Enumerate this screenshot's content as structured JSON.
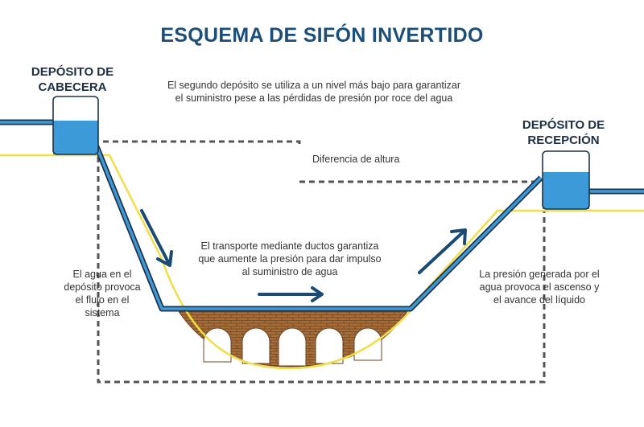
{
  "title": "ESQUEMA DE SIFÓN INVERTIDO",
  "source_tank": {
    "line1": "DEPÓSITO DE",
    "line2": "CABECERA"
  },
  "receiving_tank": {
    "line1": "DEPÓSITO DE",
    "line2": "RECEPCIÓN"
  },
  "notes": {
    "top": {
      "line1": "El segundo depósito se utiliza a un nivel más bajo para garantizar",
      "line2": "el suministro pese a las pérdidas de presión por roce del agua"
    },
    "height_difference": "Diferencia de altura",
    "center": {
      "line1": "El transporte mediante ductos garantiza",
      "line2": "que aumente la presión para dar impulso",
      "line3": "al suministro de agua"
    },
    "left": {
      "line1": "El agua en el",
      "line2": "depósito provoca",
      "line3": "el flujo en el",
      "line4": "sistema"
    },
    "right": {
      "line1": "La presión generada por el",
      "line2": "agua provoca el ascenso y",
      "line3": "el avance del líquido"
    }
  },
  "colors": {
    "title": "#1b4f7a",
    "water": "#3d9ad8",
    "pipe_outline": "#1e3348",
    "ground_line": "#f2de44",
    "arrow": "#1b4a73",
    "dashed": "#555555",
    "bridge": "#a66d3a"
  }
}
